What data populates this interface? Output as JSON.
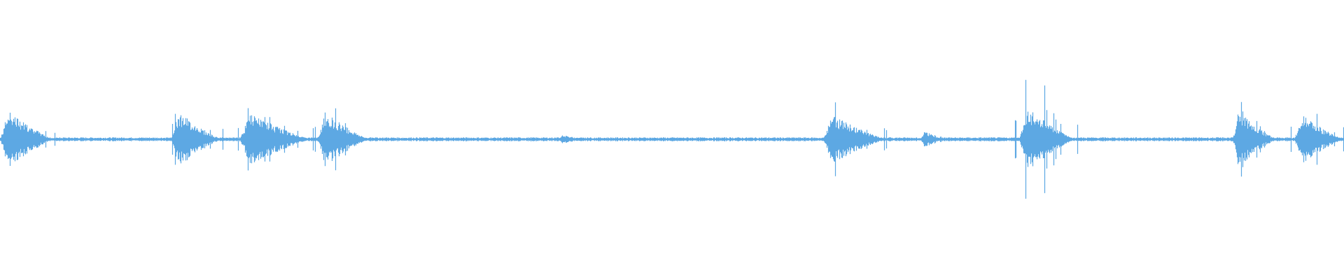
{
  "waveform": {
    "color": "#5da8e3",
    "background": "#ffffff",
    "noise_floor": 0.01,
    "segments": [
      {
        "start": 0.0,
        "end": 0.04,
        "amp": 0.18,
        "peak": 0.2
      },
      {
        "start": 0.127,
        "end": 0.165,
        "amp": 0.17,
        "peak": 0.37
      },
      {
        "start": 0.178,
        "end": 0.232,
        "amp": 0.16,
        "peak": 0.3
      },
      {
        "start": 0.236,
        "end": 0.275,
        "amp": 0.17,
        "peak": 0.33
      },
      {
        "start": 0.416,
        "end": 0.434,
        "amp": 0.03,
        "peak": 0.05
      },
      {
        "start": 0.612,
        "end": 0.66,
        "amp": 0.15,
        "peak": 0.29
      },
      {
        "start": 0.685,
        "end": 0.703,
        "amp": 0.05,
        "peak": 0.08
      },
      {
        "start": 0.758,
        "end": 0.8,
        "amp": 0.2,
        "peak": 0.68
      },
      {
        "start": 0.917,
        "end": 0.95,
        "amp": 0.17,
        "peak": 0.38
      },
      {
        "start": 0.963,
        "end": 1.0,
        "amp": 0.15,
        "peak": 0.31
      }
    ]
  }
}
